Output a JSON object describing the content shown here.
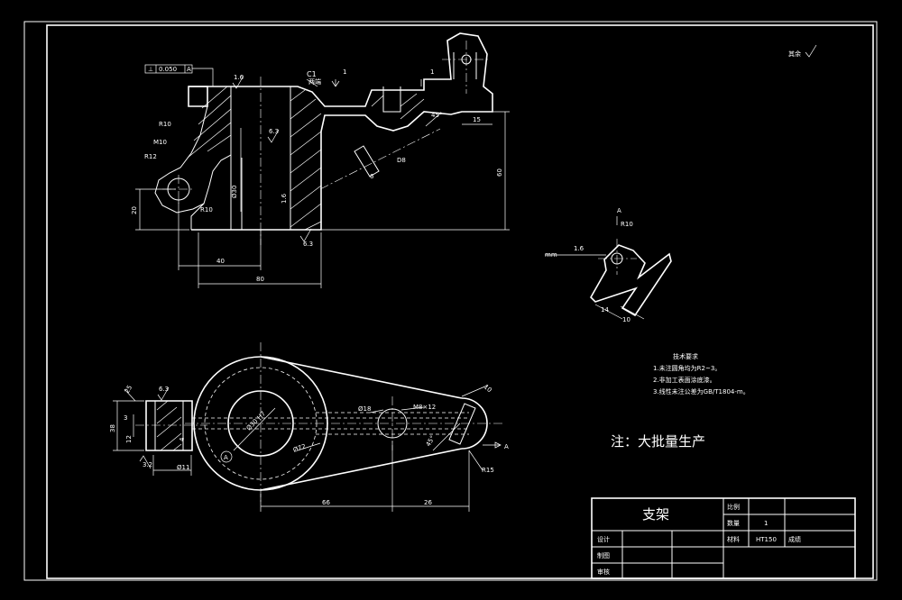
{
  "roughness_note": "其余",
  "tolerance_frame": {
    "symbol": "⊥",
    "value": "0.050",
    "datum": "A"
  },
  "front_view": {
    "roughness_top": "1.6",
    "chamfer": "C1",
    "chamfer_note": "两端",
    "step_1a": "1",
    "step_1b": "1",
    "roughness_bore": "6.3",
    "bore_dia": "Ø30",
    "roughness_wall": "1.6",
    "roughness_bottom": "6.3",
    "r10_top": "R10",
    "m10": "M10",
    "r12": "R12",
    "r10_bottom": "R10",
    "height_20": "20",
    "width_40": "40",
    "width_80": "80",
    "height_60": "60",
    "width_15": "15",
    "hole_d8": "D8",
    "hole_6": "6",
    "angle_45": "45°"
  },
  "aux_view": {
    "datum": "A",
    "r10": "R10",
    "roughness": "1.6",
    "dim_14": "14",
    "dim_10": "10",
    "label": "mm"
  },
  "side_view": {
    "roughness": "6.3",
    "dim_38": "38",
    "dim_3": "3",
    "dim_12": "12",
    "roughness_bottom": "3.2",
    "dim_11": "Ø11",
    "dim_25": "25"
  },
  "top_view": {
    "bore_label": "Ø30 H7",
    "d72": "Ø72",
    "d18": "Ø18",
    "m8": "M8×12",
    "r15": "R15",
    "dim_10": "10",
    "angle_45": "45°",
    "dim_66": "66",
    "dim_26": "26",
    "datum": "A",
    "view_arrow": "A"
  },
  "tech_requirements": {
    "title": "技术要求",
    "items": [
      "1.未注圆角均为R2~3。",
      "2.非加工表面涂底漆。",
      "3.线性未注公差为GB/T1804-m。"
    ]
  },
  "note": "注：大批量生产",
  "title_block": {
    "part_name": "支架",
    "scale_label": "比例",
    "scale_value": "",
    "qty_label": "数量",
    "qty_value": "1",
    "material_label": "材料",
    "material_value": "HT150",
    "score_label": "成绩",
    "design_label": "设计",
    "draw_label": "制图",
    "review_label": "审核"
  }
}
